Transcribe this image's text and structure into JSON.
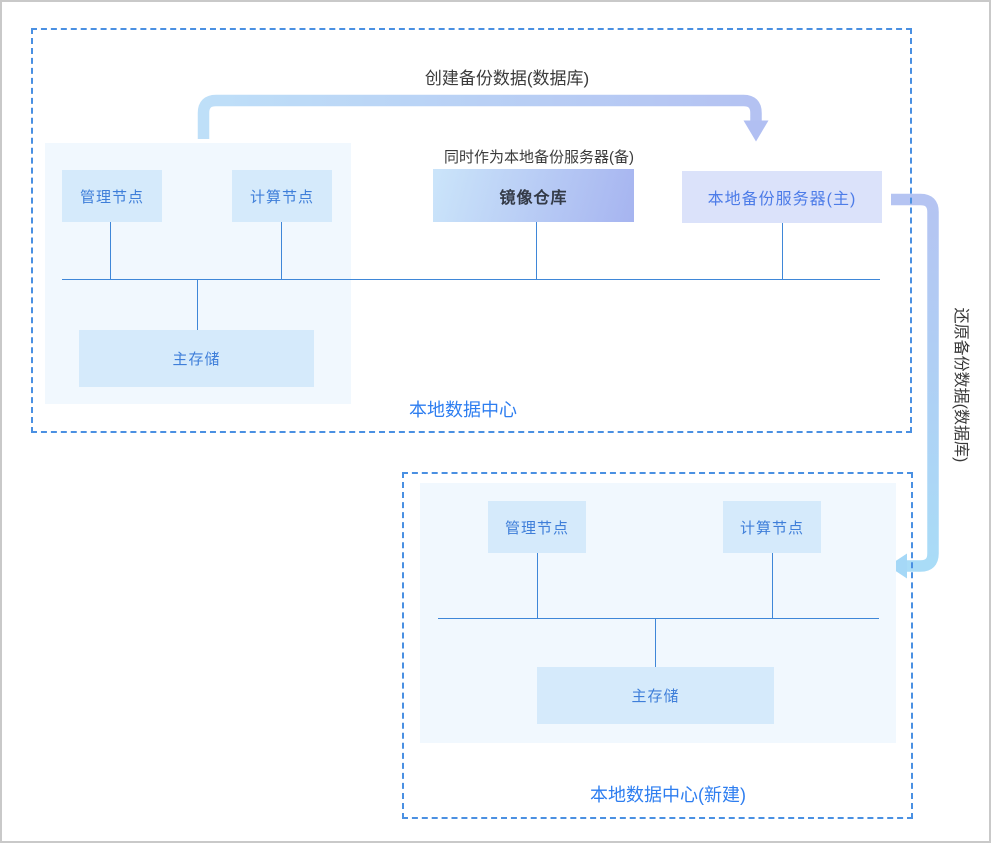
{
  "banner": {
    "create_backup_label": "创建备份数据(数据库)",
    "standby_note": "同时作为本地备份服务器(备)",
    "restore_backup_label": "还原备份数据(数据库)"
  },
  "local_dc": {
    "title": "本地数据中心",
    "nodes": {
      "mgmt": "管理节点",
      "compute": "计算节点",
      "mirror_repo": "镜像仓库",
      "backup_primary": "本地备份服务器(主)",
      "storage": "主存储"
    }
  },
  "new_dc": {
    "title": "本地数据中心(新建)",
    "nodes": {
      "mgmt": "管理节点",
      "compute": "计算节点",
      "storage": "主存储"
    }
  },
  "palette": {
    "dashed_border": "#4a90e2",
    "panel_fill": "#f1f8fe",
    "node_fill": "#d5eafb",
    "node_text": "#3e7ed9",
    "backup_node_fill": "#dbe2fa",
    "backup_node_text": "#4d7ce8",
    "mirror_gradient_start": "#cbe5fa",
    "mirror_gradient_end": "#a6b4f0",
    "dc_title_text": "#2e7ef0",
    "dark_text": "#3a3a3a",
    "connector_line": "#3f87d8",
    "arrow_blue": "#bedff8",
    "arrow_lavender": "#b4c2f2",
    "outer_frame": "#c9c9c9"
  }
}
